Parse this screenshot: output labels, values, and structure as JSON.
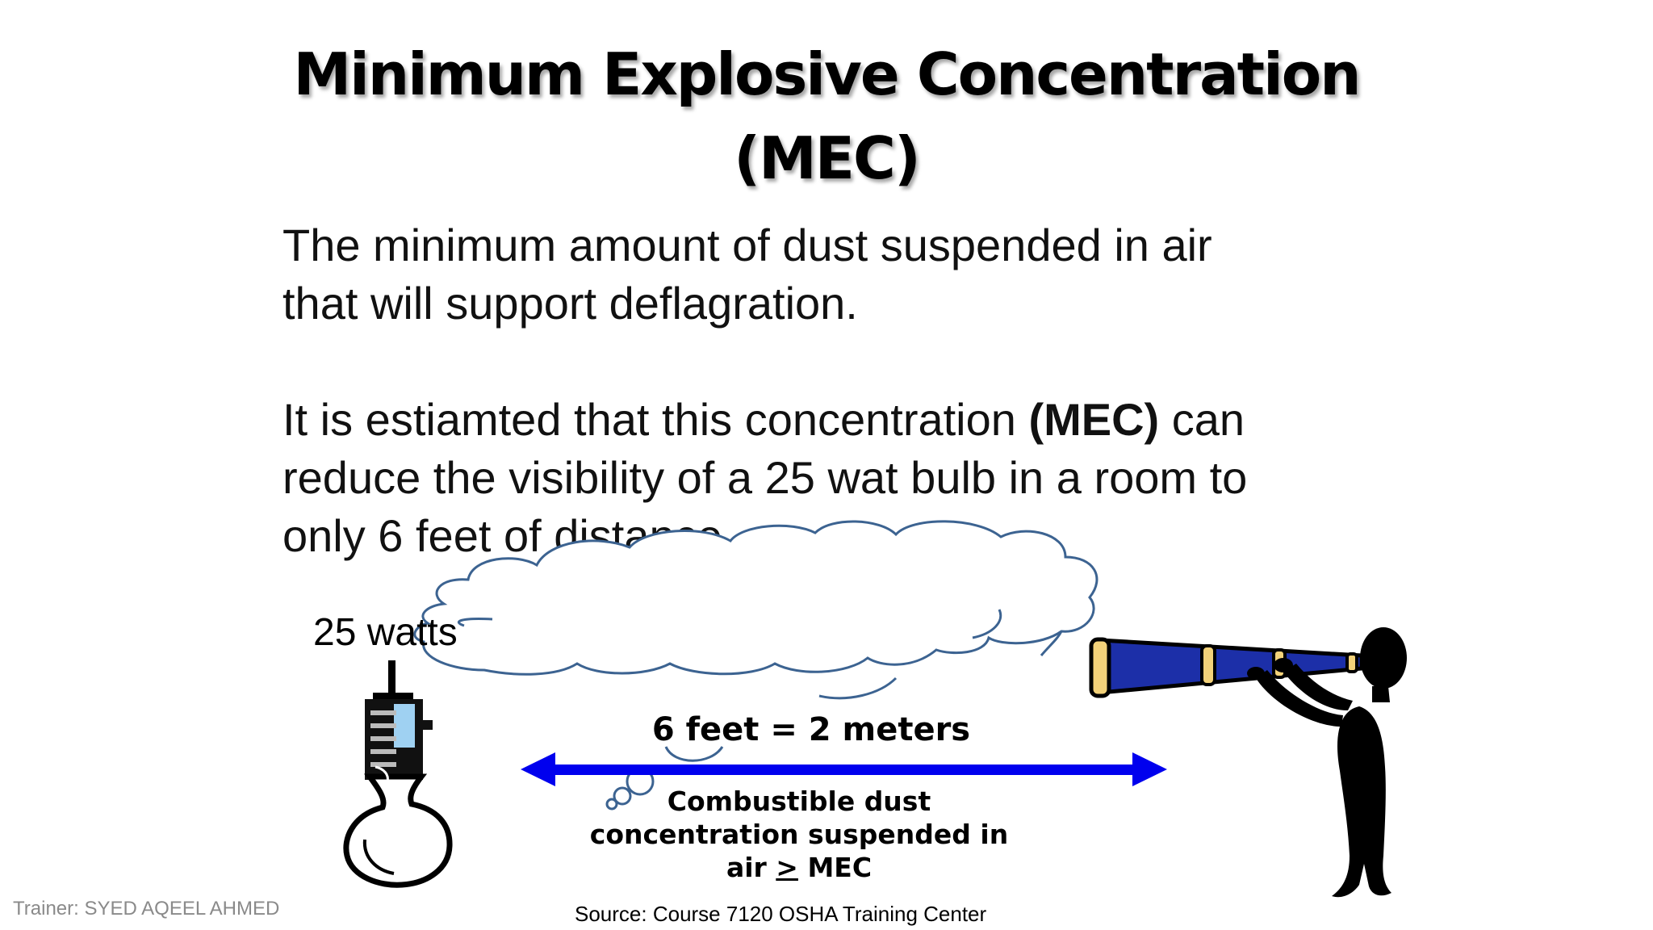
{
  "slide": {
    "title_line1": "Minimum Explosive Concentration",
    "title_line2": "(MEC)",
    "para1_line1": "The minimum amount of dust suspended in air",
    "para1_line2": "that will support  deflagration.",
    "para2_line1_a": "It is estiamted that this concentration ",
    "para2_line1_b": "(MEC)",
    "para2_line1_c": " can",
    "para2_line2": "reduce the visibility of a  25 wat bulb in a room to",
    "para2_line3": "only 6 feet of distance"
  },
  "diagram": {
    "bulb_label": "25 watts",
    "distance_label": "6 feet = 2 meters",
    "caption_line1": "Combustible dust",
    "caption_line2": "concentration  suspended in",
    "caption_line3_a": "air ",
    "caption_line3_ge": ">",
    "caption_line3_b": " MEC",
    "icons": [
      "light-bulb-icon",
      "cloud-icon",
      "double-arrow-icon",
      "telescope-icon",
      "person-silhouette-icon"
    ],
    "colors": {
      "arrow": "#0000ee",
      "telescope": "#1c2fa8",
      "telescope_bands": "#f3d27a",
      "cloud_outline": "#3c6391",
      "bulb_glass": "#9fd1f2"
    }
  },
  "footer": {
    "trainer": "Trainer: SYED AQEEL AHMED",
    "source": "Source: Course 7120 OSHA Training Center"
  }
}
